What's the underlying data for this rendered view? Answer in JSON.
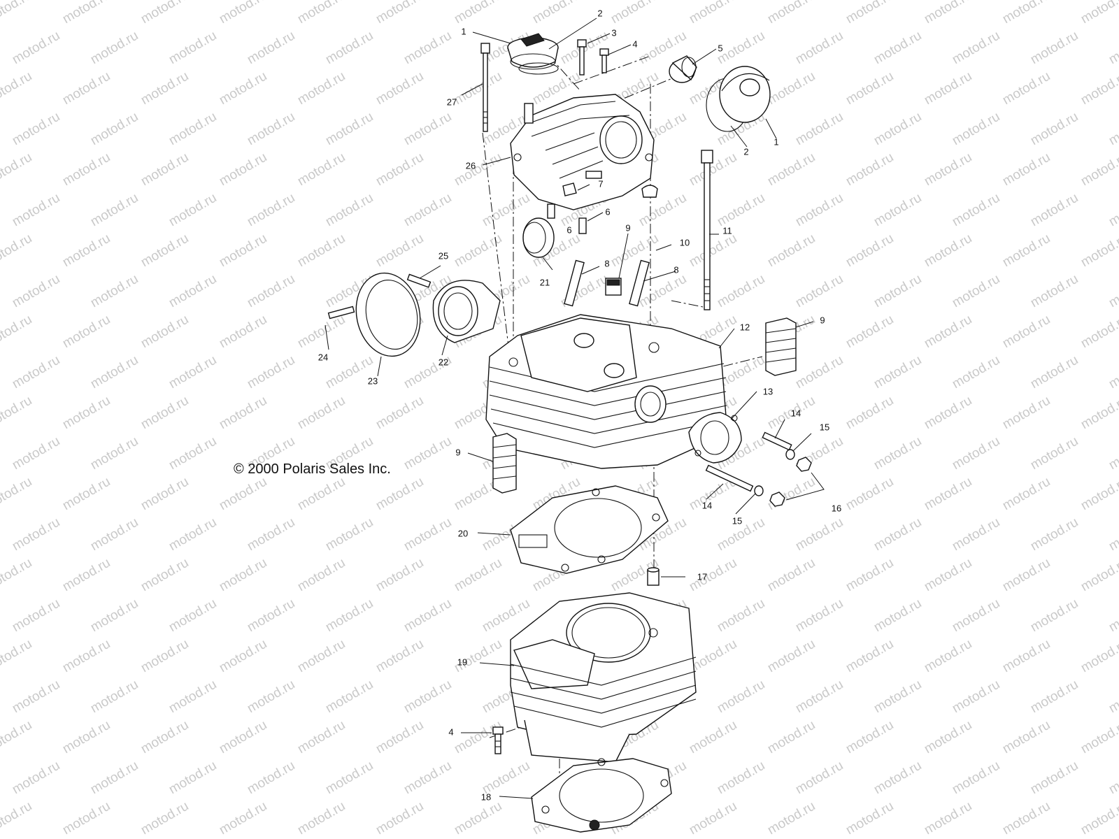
{
  "diagram": {
    "copyright": "© 2000 Polaris Sales Inc.",
    "watermark": "motod.ru",
    "callouts": {
      "c1a": "1",
      "c2a": "2",
      "c3": "3",
      "c4a": "4",
      "c5": "5",
      "c2b": "2",
      "c1b": "1",
      "c27": "27",
      "c26": "26",
      "c6a": "6",
      "c6b": "6",
      "c7": "7",
      "c8a": "8",
      "c9a": "9",
      "c10": "10",
      "c8b": "8",
      "c11": "11",
      "c21": "21",
      "c25": "25",
      "c24": "24",
      "c23": "23",
      "c22": "22",
      "c12": "12",
      "c9b": "9",
      "c13": "13",
      "c14a": "14",
      "c15a": "15",
      "c9c": "9",
      "c14b": "14",
      "c15b": "15",
      "c16": "16",
      "c20": "20",
      "c17": "17",
      "c19": "19",
      "c4b": "4",
      "c18": "18"
    }
  }
}
